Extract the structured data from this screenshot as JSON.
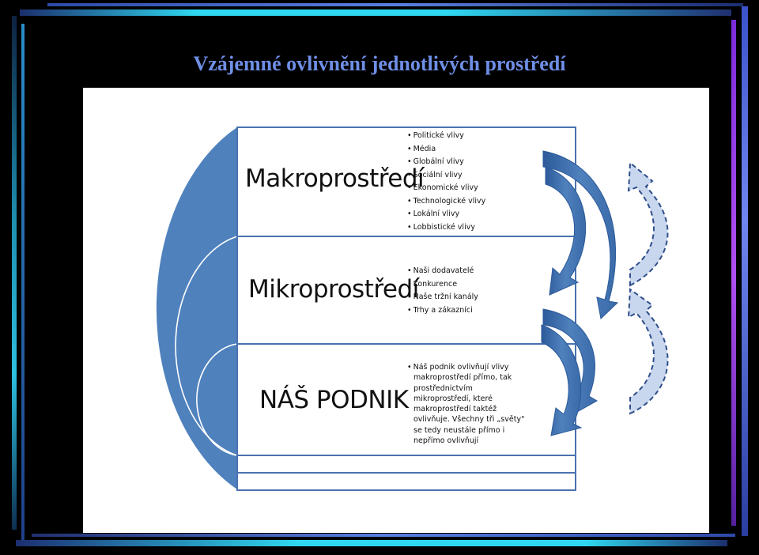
{
  "title": "Vzájemné ovlivnění jednotlivých prostředí",
  "colors": {
    "background": "#000000",
    "title": "#6f8fe6",
    "blue_shape": "#4f81bd",
    "box_border": "#4a72b0",
    "dashed_arrow": "#a9bde0"
  },
  "levels": [
    {
      "name": "Makroprostředí",
      "items": [
        "Politické vlivy",
        "Média",
        "Globální vlivy",
        "Sociální vlivy",
        "Ekonomické vlivy",
        "Technologické vlivy",
        "Lokální vlivy",
        "Lobbistické vlivy"
      ]
    },
    {
      "name": "Mikroprostředí",
      "items": [
        "Naši dodavatelé",
        "Konkurence",
        "Naše tržní kanály",
        "Trhy a zákazníci"
      ]
    },
    {
      "name": "NÁŠ PODNIK",
      "description": "Náš podnik ovlivňují vlivy makroprostředí přímo, tak prostřednictvím mikroprostředí, které makroprostředí taktéž ovlivňuje.  Všechny tři „světy\" se tedy neustále přímo i nepřímo ovlivňují"
    }
  ],
  "icons": [
    "solid-curved-arrow-icon",
    "dashed-curved-arrow-icon"
  ]
}
